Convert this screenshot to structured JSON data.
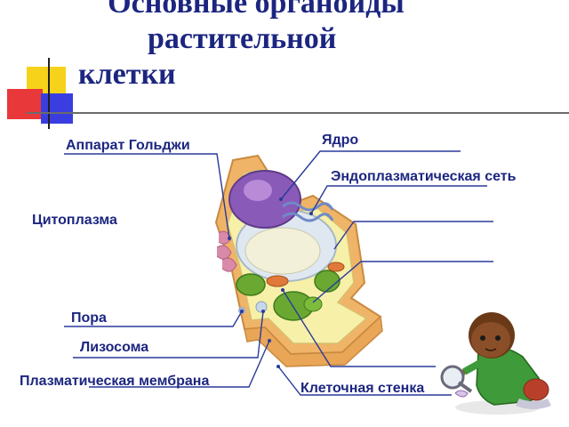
{
  "title": {
    "line1": "Основные органоиды",
    "line2": "растительной",
    "line3": "клетки"
  },
  "labels": {
    "golgi": "Аппарат Гольджи",
    "nucleus": "Ядро",
    "er": "Эндоплазматическая сеть",
    "cytoplasm": "Цитоплазма",
    "pore": "Пора",
    "lysosome": "Лизосома",
    "membrane": "Плазматическая мембрана",
    "cell_wall": "Клеточная стенка"
  },
  "colors": {
    "title": "#1c2680",
    "label": "#1c2680",
    "line": "#2a3a9a",
    "cell_wall": "#f0b468",
    "cytoplasm": "#f7f0a8",
    "nucleus": "#8a5ab8",
    "vacuole": "#dfe8f0",
    "chloroplast": "#6aa832",
    "golgi": "#d88aa8"
  }
}
